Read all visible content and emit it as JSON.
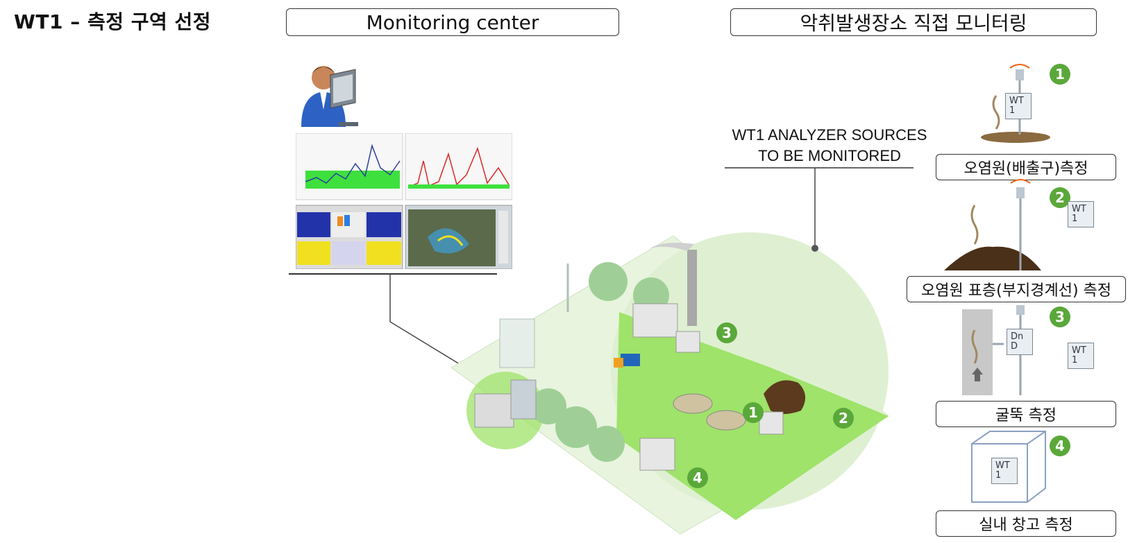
{
  "page_title": "WT1 – 측정 구역 선정",
  "headers": {
    "monitoring_center": "Monitoring center",
    "site_monitoring": "악취발생장소 직접 모니터링"
  },
  "analyzer_label": {
    "line1": "WT1 ANALYZER SOURCES",
    "line2": "TO BE MONITORED"
  },
  "measurement_points": [
    {
      "number": "1",
      "label": "오염원(배출구)측정",
      "device": "WT 1"
    },
    {
      "number": "2",
      "label": "오염원 표층(부지경계선) 측정",
      "device": "WT 1"
    },
    {
      "number": "3",
      "label": "굴뚝 측정",
      "device": "Dn D",
      "device2": "WT 1"
    },
    {
      "number": "4",
      "label": "실내 창고 측정",
      "device": "WT 1"
    }
  ],
  "map_markers": [
    "1",
    "2",
    "3",
    "4"
  ],
  "colors": {
    "accent_green": "#5aa83a",
    "site_green": "#9fe36a",
    "halo_green": "#dff0d2",
    "box_border": "#333333"
  }
}
